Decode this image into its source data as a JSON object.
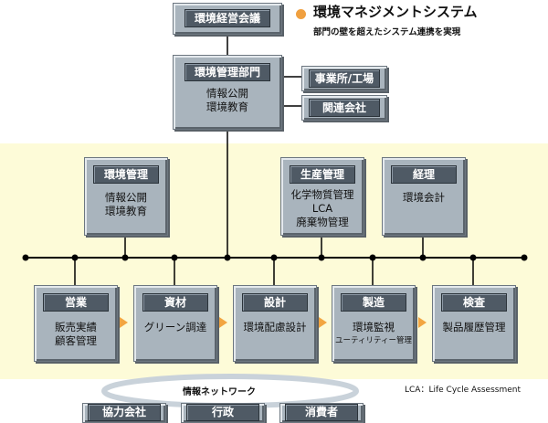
{
  "title": "環境マネジメントシステム",
  "subtitle": "部門の壁を超えたシステム連携を実現",
  "top_box": "環境経営会議",
  "env_dept": {
    "header": "環境管理部門",
    "lines": [
      "情報公開",
      "環境教育"
    ]
  },
  "side_boxes": [
    "事業所/工場",
    "関連会社"
  ],
  "mid_boxes": [
    {
      "header": "環境管理",
      "lines": [
        "情報公開",
        "環境教育"
      ]
    },
    {
      "header": "生産管理",
      "lines": [
        "化学物質管理",
        "LCA",
        "廃棄物管理"
      ]
    },
    {
      "header": "経理",
      "lines": [
        "環境会計"
      ]
    }
  ],
  "bottom_boxes": [
    {
      "header": "営業",
      "lines": [
        "販売実績",
        "顧客管理"
      ]
    },
    {
      "header": "資材",
      "lines": [
        "グリーン調達"
      ]
    },
    {
      "header": "設計",
      "lines": [
        "環境配慮設計"
      ]
    },
    {
      "header": "製造",
      "lines": [
        "環境監視",
        "ユーティリティー管理"
      ]
    },
    {
      "header": "検査",
      "lines": [
        "製品履歴管理"
      ]
    }
  ],
  "network_label": "情報ネットワーク",
  "network_boxes": [
    "協力会社",
    "行政",
    "消費者"
  ],
  "lca_note": "LCA：Life Cycle Assessment"
}
